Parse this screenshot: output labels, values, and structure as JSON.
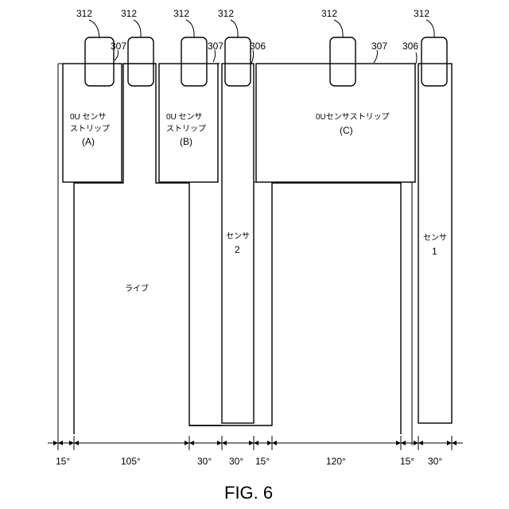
{
  "figure": {
    "caption": "FIG. 6"
  },
  "callouts": {
    "c312_a": "312",
    "c312_b": "312",
    "c312_c": "312",
    "c312_d": "312",
    "c312_e": "312",
    "c312_f": "312",
    "c307_a": "307",
    "c307_b": "307",
    "c307_c": "307",
    "c306_a": "306",
    "c306_b": "306"
  },
  "regions": {
    "strip_a": {
      "line1": "0U センサ",
      "line2": "ストリップ",
      "line3": "(A)"
    },
    "strip_b": {
      "line1": "0U センサ",
      "line2": "ストリップ",
      "line3": "(B)"
    },
    "strip_c": {
      "line1": "0Uセンサストリップ",
      "line2": "(C)"
    },
    "live": {
      "label": "ライブ"
    },
    "sensor2": {
      "line1": "センサ",
      "line2": "2"
    },
    "sensor1": {
      "line1": "センサ",
      "line2": "1"
    }
  },
  "dimensions": [
    "15°",
    "105°",
    "30°",
    "30°",
    "15°",
    "120°",
    "15°",
    "30°"
  ]
}
